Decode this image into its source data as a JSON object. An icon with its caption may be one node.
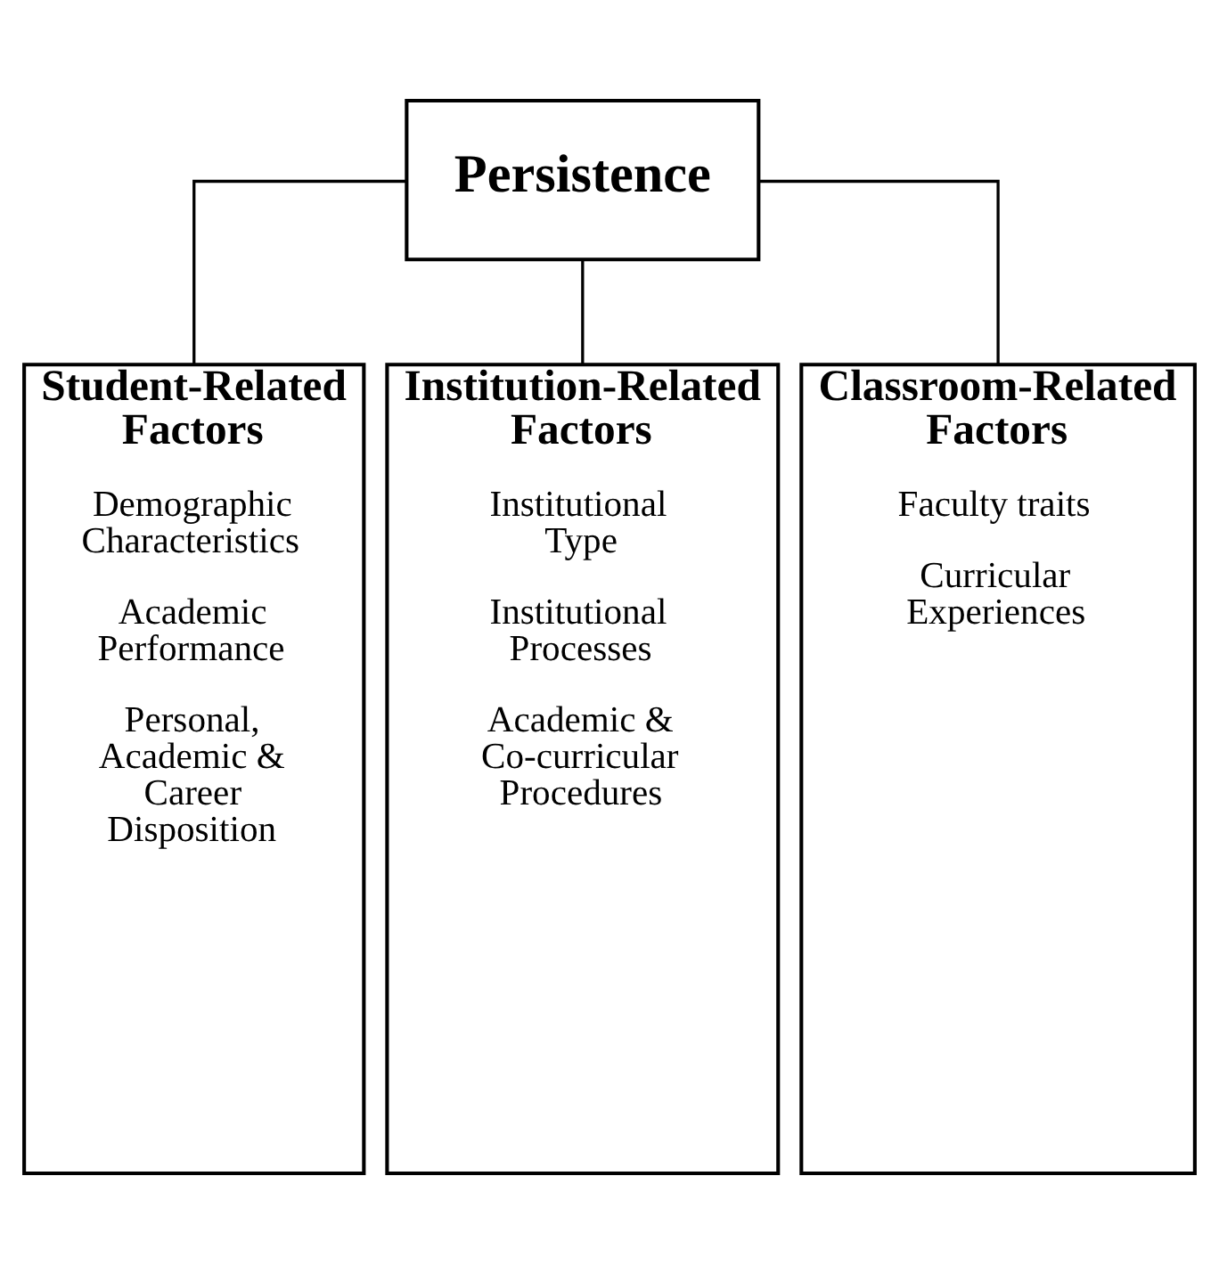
{
  "diagram": {
    "nodes": [
      {
        "text": [
          "Persistence"
        ]
      },
      {
        "text": [
          "Student-Related Factors",
          "Demographic Characteristics",
          "Academic Performance",
          "Personal, Academic & Career Disposition"
        ]
      },
      {
        "text": [
          "Institution-Related Factors",
          "Institutional Type",
          "Institutional Processes",
          "Academic & Co-curricular Procedures"
        ]
      },
      {
        "text": [
          "Classroom-Related Factors",
          "Faculty traits",
          "Curricular Experiences"
        ]
      }
    ],
    "edges": [
      {
        "from": 0,
        "to": 1,
        "arrow": "none"
      },
      {
        "from": 0,
        "to": 2,
        "arrow": "none"
      },
      {
        "from": 0,
        "to": 3,
        "arrow": "none"
      }
    ]
  }
}
